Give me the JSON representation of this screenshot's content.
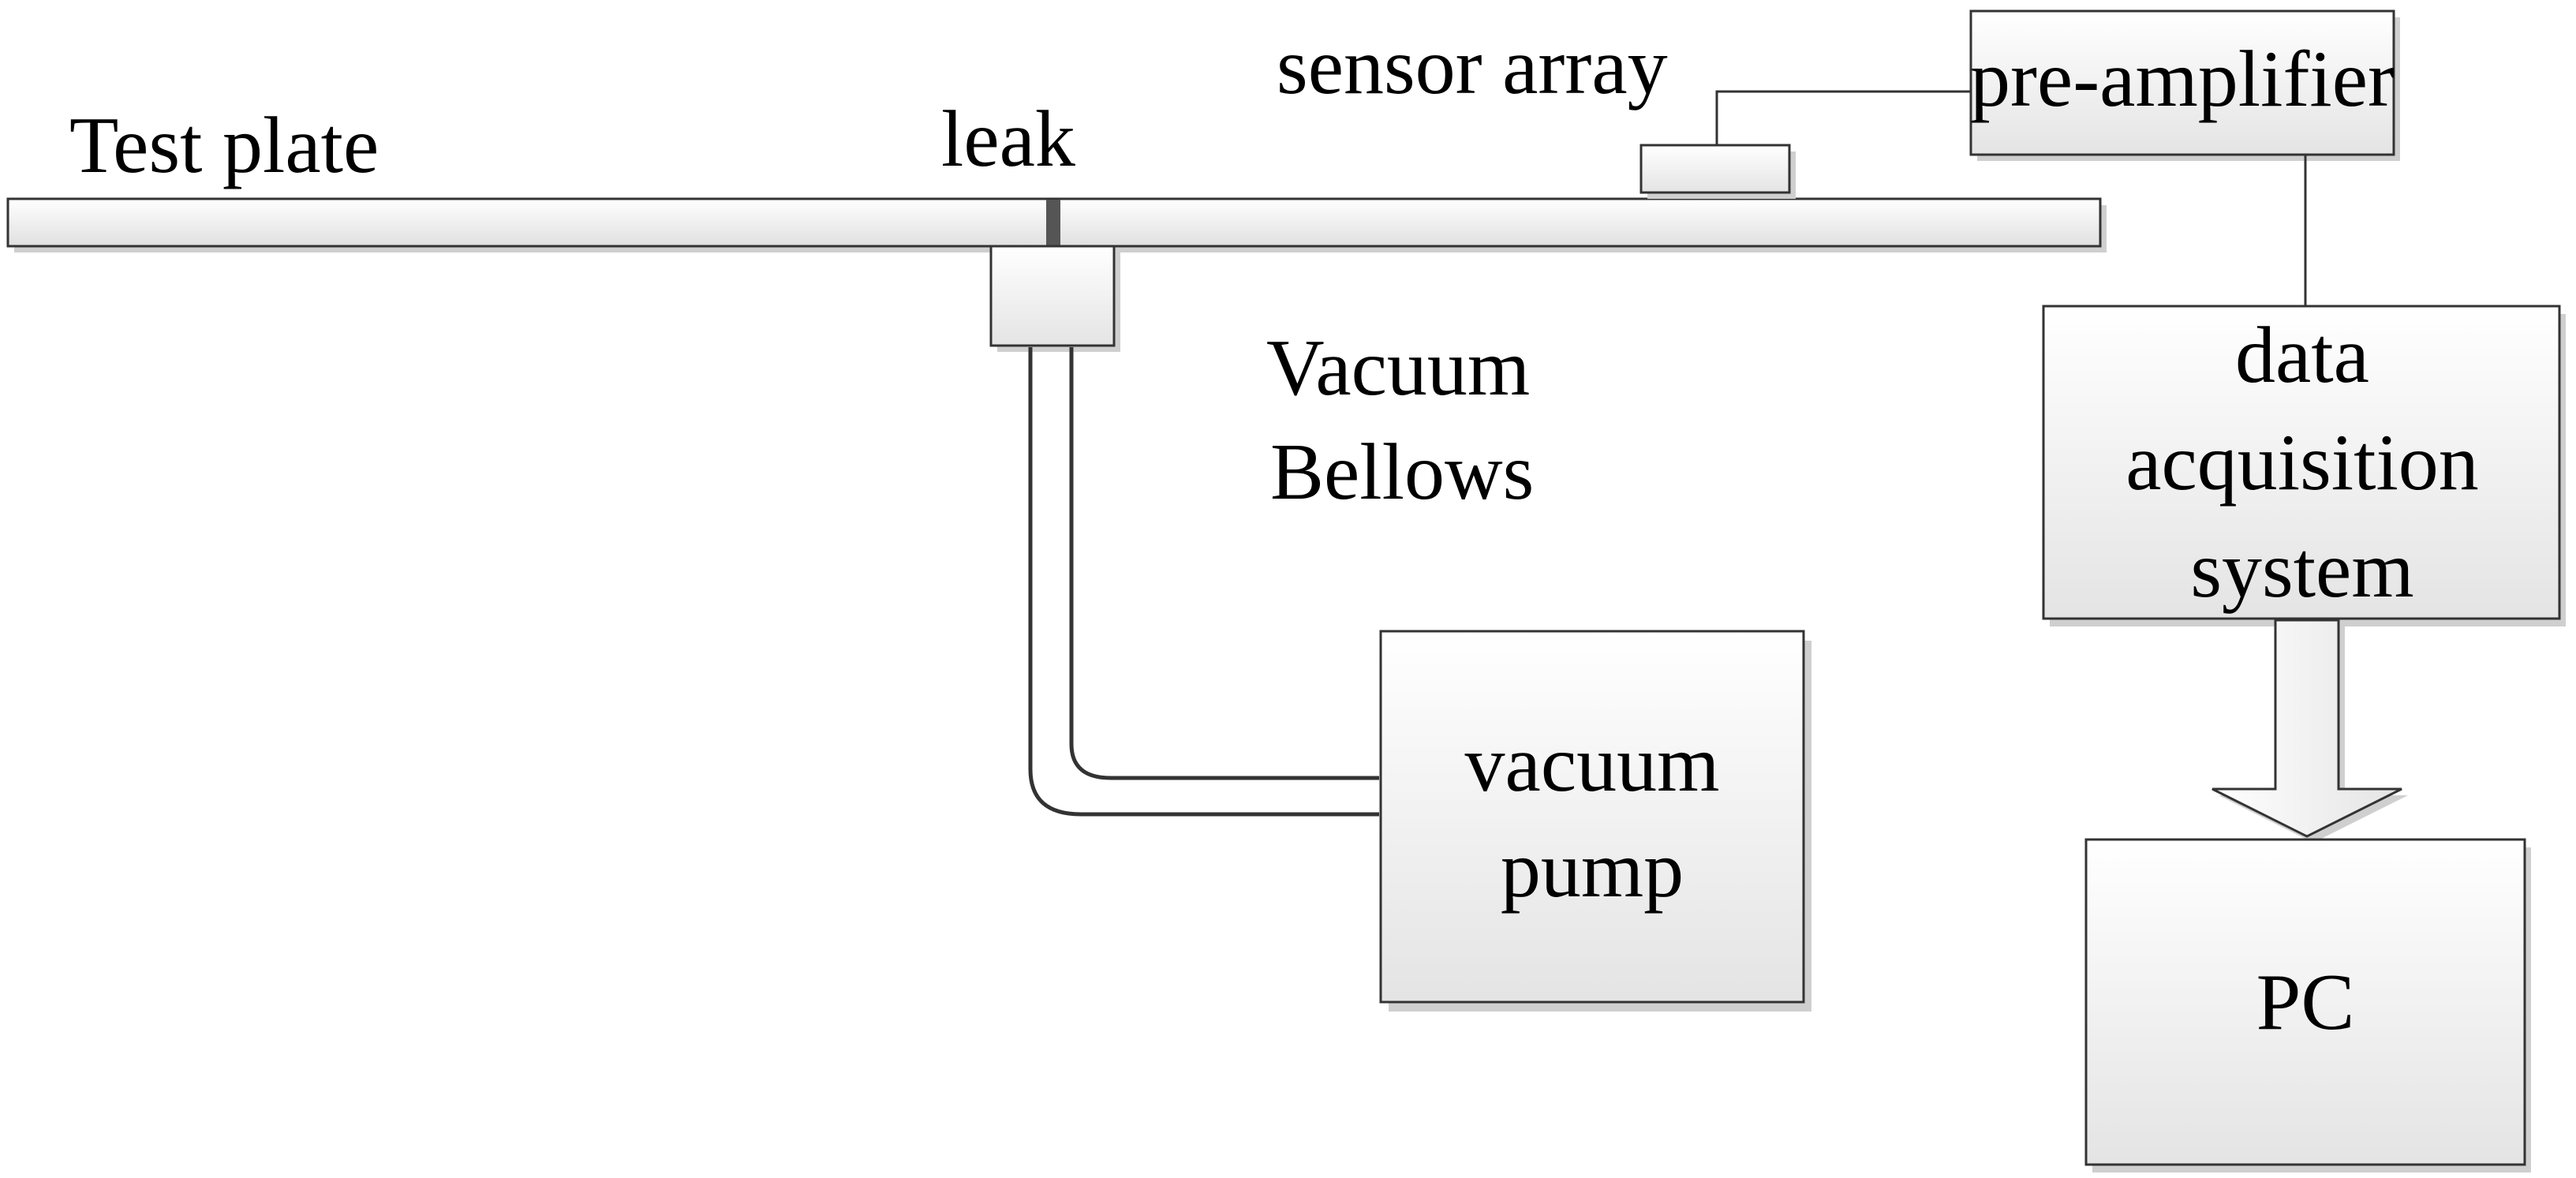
{
  "diagram": {
    "labels": {
      "test_plate": "Test plate",
      "leak": "leak",
      "sensor_array": "sensor array",
      "vacuum_bellows": [
        "Vacuum",
        "Bellows"
      ],
      "pre_amplifier": "pre-amplifier",
      "data_acquisition": [
        "data",
        "acquisition",
        "system"
      ],
      "vacuum_pump": [
        "vacuum",
        "pump"
      ],
      "pc": "PC"
    },
    "colors": {
      "box_fill_top": "#ffffff",
      "box_fill_bottom": "#e6e6e6",
      "stroke": "#333333",
      "shadow": "#c8c8c8",
      "leak_mark": "#555555"
    }
  }
}
